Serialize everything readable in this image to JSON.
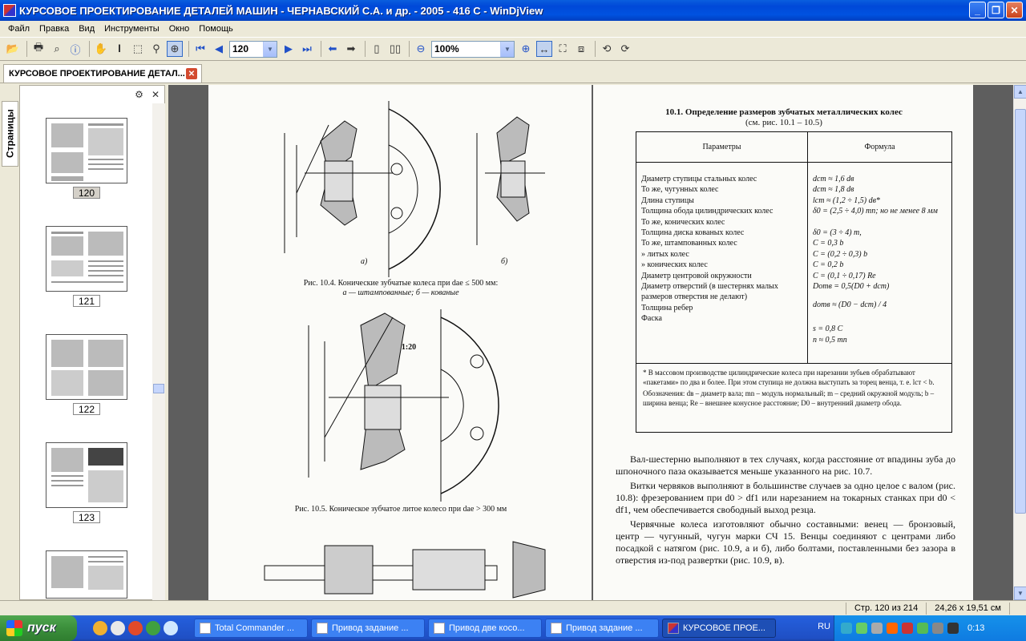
{
  "window": {
    "title": "КУРСОВОЕ ПРОЕКТИРОВАНИЕ ДЕТАЛЕЙ МАШИН - ЧЕРНАВСКИЙ С.А. и др. - 2005 - 416 С - WinDjView",
    "minimize": "_",
    "maximize": "❐",
    "close": "✕"
  },
  "menu": [
    "Файл",
    "Правка",
    "Вид",
    "Инструменты",
    "Окно",
    "Помощь"
  ],
  "toolbar": {
    "page_value": "120",
    "zoom_value": "100%"
  },
  "doc_tab": {
    "label": "КУРСОВОЕ ПРОЕКТИРОВАНИЕ ДЕТАЛ...",
    "close": "✕"
  },
  "sidebar": {
    "tab_label": "Страницы",
    "settings": "⚙",
    "close": "✕",
    "thumbnails": [
      {
        "label": "120",
        "selected": true
      },
      {
        "label": "121",
        "selected": false
      },
      {
        "label": "122",
        "selected": false
      },
      {
        "label": "123",
        "selected": false
      },
      {
        "label": "",
        "selected": false
      }
    ]
  },
  "page_left": {
    "fig1_caption": "Рис. 10.4. Конические зубчатые колеса при dae ≤ 500 мм:",
    "fig1_caption2": "а — штампованные; б — кованые",
    "fig1_label_a": "а)",
    "fig1_label_b": "б)",
    "fig2_caption": "Рис. 10.5. Коническое зубчатое литое колесо при dae > 300 мм",
    "taper": "1:20"
  },
  "page_right": {
    "table_title": "10.1. Определение размеров зубчатых металлических колес",
    "table_subtitle": "(см. рис. 10.1 – 10.5)",
    "col_params": "Параметры",
    "col_formula": "Формула",
    "params": [
      "Диаметр ступицы стальных колес",
      "То же, чугунных колес",
      "Длина ступицы",
      "Толщина обода цилиндрических колес",
      "То же, конических колес",
      "Толщина диска кованых колес",
      "То же, штампованных колес",
      "» литых колес",
      "» конических колес",
      "Диаметр центровой окружности",
      "Диаметр отверстий (в шестернях малых размеров отверстия не делают)",
      "Толщина ребер",
      "Фаска"
    ],
    "formulas": [
      "dст ≈ 1,6 dв",
      "dст ≈ 1,8 dв",
      "lст ≈ (1,2 ÷ 1,5) dв*",
      "δ0 = (2,5 ÷ 4,0) mn; но не менее 8 мм",
      "δ0 = (3 ÷ 4) m,",
      "C = 0,3 b",
      "C = (0,2 ÷ 0,3) b",
      "C = 0,2 b",
      "C = (0,1 ÷ 0,17) Re",
      "Dотв = 0,5(D0 + dст)",
      "dотв ≈ (D0 − dст) / 4",
      "s = 0,8 C",
      "n ≈ 0,5 mn"
    ],
    "footnote": "* В массовом производстве цилиндрические колеса при нарезании зубьев обрабатывают «пакетами» по два и более. При этом ступица не должна выступать за торец венца, т. е. lст < b.",
    "notation": "Обозначения: dв – диаметр вала; mn – модуль нормальный; m – средний окружной модуль; b – ширина венца; Re – внешнее конусное расстояние; D0 – внутренний диаметр обода.",
    "paragraphs": [
      "Вал-шестерню выполняют в тех случаях, когда расстояние от впадины зуба до шпоночного паза оказывается меньше указанного на рис. 10.7.",
      "Витки червяков выполняют в большинстве случаев за одно целое с валом (рис. 10.8): фрезерованием при d0 > df1 или нарезанием на токарных станках при d0 < df1, чем обеспечивается свободный выход резца.",
      "Червячные колеса изготовляют обычно составными: венец — бронзовый, центр — чугунный, чугун марки СЧ 15. Венцы соединяют с центрами либо посадкой с натягом (рис. 10.9, а и б), либо болтами, поставленными без зазора в отверстия из-под развертки (рис. 10.9, в)."
    ]
  },
  "status": {
    "page_info": "Стр. 120 из 214",
    "size_info": "24,26 x 19,51 см"
  },
  "taskbar": {
    "start": "пуск",
    "tasks": [
      {
        "label": "Total Commander ...",
        "active": false
      },
      {
        "label": "Привод задание ...",
        "active": false
      },
      {
        "label": "Привод две косо...",
        "active": false
      },
      {
        "label": "Привод задание ...",
        "active": false
      },
      {
        "label": "КУРСОВОЕ ПРОЕ...",
        "active": true
      }
    ],
    "lang": "RU",
    "clock": "0:13"
  }
}
